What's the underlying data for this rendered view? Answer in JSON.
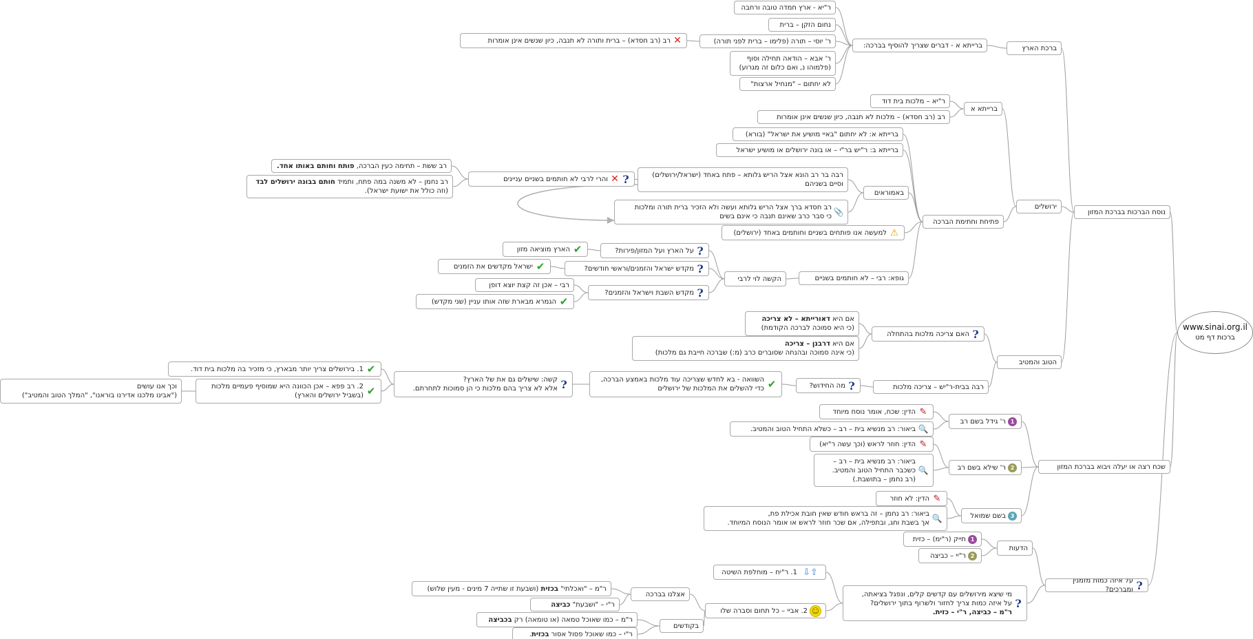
{
  "root": {
    "title": "www.sinai.org.il",
    "subtitle": "ברכות דף מט"
  },
  "icons": {
    "q": "?",
    "x": "✕",
    "ok": "✔",
    "warn": "⚠",
    "pen": "✎",
    "mag": "🔍",
    "smile": "☺",
    "clip": "📎",
    "arrows": "⇧⇩"
  },
  "nodes": [
    {
      "id": "text-main",
      "text": "נוסח הברכות בברכת המזון"
    },
    {
      "id": "tsheha",
      "text": "שכח רצה או יעלה ויבוא בברכת המזון"
    },
    {
      "id": "measure",
      "text": "על איזה כמות מזמנין ומברכים?",
      "icon": "q"
    },
    {
      "id": "eretz",
      "text": "ברכת הארץ"
    },
    {
      "id": "yerushalayim",
      "text": "ירושלים"
    },
    {
      "id": "hatov",
      "text": "הטוב והמטיב"
    },
    {
      "id": "baraita-a-eretz",
      "text": "ברייתא א - דברים שצריך להוסיף בברכה:"
    },
    {
      "id": "ria-eretz",
      "text": "ר\"יא - ארץ חמדה טובה ורחבה"
    },
    {
      "id": "nachum",
      "text": "נחום הזקן – ברית"
    },
    {
      "id": "ryosi",
      "text": "ר' יוסי – תורה (פלימו – ברית לפני תורה)"
    },
    {
      "id": "rav-chisda-x",
      "text": "רב (רב חסדא) – ברית ותורה לא תנבה, כיון שנשים אינן אומרות",
      "icon": "x"
    },
    {
      "id": "raba",
      "text": "ר' אבא – הודאה תחילה וסוף\n(פלמוהו נ, ואם כלום זה מגרוע)"
    },
    {
      "id": "lo-yechatem",
      "text": "לא יחתום – \"מנחיל ארצות\""
    },
    {
      "id": "baraita-a-yer",
      "text": "ברייתא א"
    },
    {
      "id": "ria-david",
      "text": "ר\"יא – מלכות בית דוד"
    },
    {
      "id": "rav-malchut",
      "text": "רב (רב חסדא) – מלכות לא תנבה, כיון שנשים אינן אומרות"
    },
    {
      "id": "ptichat",
      "text": "פתיחת וחתימת הברכה"
    },
    {
      "id": "baraita-a2",
      "text": "ברייתא א:  לא יחתום \"באיי מושיע את ישראל\" (בורא)"
    },
    {
      "id": "baraita-b2",
      "text": "ברייתא ב:  ר\"יש בר\"י – או בונה ירושלים או מושיע ישראל"
    },
    {
      "id": "beamoraim",
      "text": "באמוראים"
    },
    {
      "id": "raba-bar",
      "text": "רבה בר רב הונא אצל הריש גלותא – פתח באחד (ישראל/ירושלים)\nוסיים בשניהם"
    },
    {
      "id": "rav-chisda-clip",
      "text": "רב חסדא ברך אצל הריש גלותא ועשה ולא הזכיר ברית תורה ומלכות\nכי סבר כרב שאינם תנבה כי אינם בשים",
      "icon": "clip"
    },
    {
      "id": "ukashe-rabi",
      "text": "והרי לרבי לא חותמים בשניים עניינים",
      "icon": "q",
      "icon2": "x"
    },
    {
      "id": "rav-sheshet",
      "html": "רב ששת – תחימה כעין הברכה, <b>פותח וחותם באותו אחד.</b>"
    },
    {
      "id": "rav-nachman",
      "html": "רב נחמן – לא משנה במה פתח, ותמיד <b>חותם בבונה ירושלים לבד</b>\n(וזה כולל את ישועת ישראל)."
    },
    {
      "id": "lemaase",
      "text": "למעשה אנו פותחים בשניים וחותמים באחד (ירושלים)",
      "icon": "warn"
    },
    {
      "id": "gufa",
      "text": "גופא: רבי – לא חותמים בשניים"
    },
    {
      "id": "hakshe-levi",
      "text": "הקשה לוי לרבי"
    },
    {
      "id": "al-haaretz",
      "text": "על הארץ ועל המזון/פירות?",
      "icon": "q"
    },
    {
      "id": "al-haaretz-ans",
      "text": "הארץ מוציאה מזון",
      "icon": "ok"
    },
    {
      "id": "mekadesh-yis",
      "text": "מקדש ישראל והזמנים/וראשי חודשים?",
      "icon": "q"
    },
    {
      "id": "mekadesh-yis-ans",
      "text": "ישראל מקדשים את הזמנים",
      "icon": "ok"
    },
    {
      "id": "mekadesh-shabat",
      "text": "מקדש השבת וישראל והזמנים?",
      "icon": "q"
    },
    {
      "id": "rabi-ans",
      "text": "רבי – אכן זה קצת יוצא דופן"
    },
    {
      "id": "gemara-ans",
      "text": "הגמרא מבארת שזה אותו עניין (שני מקדש)",
      "icon": "ok"
    },
    {
      "id": "ha-im",
      "text": "האם צריכה מלכות בהתחלה",
      "icon": "q"
    },
    {
      "id": "deoraita",
      "html": "אם היא <b>דאורייתא – לא צריכה</b>\n(כי היא סמוכה לברכה הקודמת)"
    },
    {
      "id": "derabanan",
      "html": "אם היא <b>דרבנן – צריכה</b>\n(כי אינה סמוכה ובהנחה שסוברים כרב (מ:) שברכה חייבת גם מלכות)"
    },
    {
      "id": "raba-beit",
      "text": "רבה בבית-ר\"יש – צריכה מלכות"
    },
    {
      "id": "ma-hachidush",
      "text": "מה החידוש?",
      "icon": "q"
    },
    {
      "id": "hasmava",
      "text": "השוואה - בא לחדש שצריכה עוד מלכות באמצע הברכה,\nכדי להשלים את המלכות של ירושלים",
      "icon": "ok"
    },
    {
      "id": "kashe",
      "text": "קשה: שישלים גם את של הארץ?\nאלא לא צריך בהם מלכות כי הן סמוכות לתחרתם.",
      "icon": "q"
    },
    {
      "id": "kashe-ans1",
      "text": "1. בירושלים צריך יותר מבארץ, כי מזכיר בה מלכות בית דוד.",
      "icon": "ok"
    },
    {
      "id": "kashe-ans2",
      "text": "2. רב פפא – אכן הכוונה היא שמוסיף פעמיים מלכות\n(בשביל ירושלים והארץ)",
      "icon": "ok"
    },
    {
      "id": "vechen",
      "text": "וכך אנו עושים\n(\"אבינו מלכנו אדירנו בוראנו\", \"המלך הטוב והמטיב\")"
    },
    {
      "id": "r-gidel",
      "text": "ר' גידל בשם רב",
      "num": "1",
      "numClass": "n1"
    },
    {
      "id": "gidel-din",
      "text": "הדין: שכח, אומר נוסח מיוחד",
      "icon": "pen"
    },
    {
      "id": "gidel-bei",
      "text": "ביאור: רב מנשיא בית – רב –  כשלא התחיל הטוב והמטיב.",
      "icon": "mag"
    },
    {
      "id": "r-shila",
      "text": "ר' שילא בשם רב",
      "num": "2",
      "numClass": "n2"
    },
    {
      "id": "shila-din",
      "text": "הדין: חוזר לראש (וכך עשה ר\"יא)",
      "icon": "pen"
    },
    {
      "id": "shila-bei",
      "text": "ביאור: רב מנשיא בית – רב –\nכשכבר התחיל הטוב והמטיב.\n(רב נחמן – בתושבת.)",
      "icon": "mag"
    },
    {
      "id": "shmuel",
      "text": "בשם שמואל",
      "num": "3",
      "numClass": "n3"
    },
    {
      "id": "shmuel-din",
      "text": "הדין: לא חוזר",
      "icon": "pen"
    },
    {
      "id": "shmuel-bei",
      "text": "ביאור: רב נחמן – זה בראש חודש שאין חובת אכילת פת,\nאך בשבת וחג, ובתפילה, אם שכר חוזר לראש או אומר הנוסח המיוחד.",
      "icon": "mag"
    },
    {
      "id": "deot",
      "text": "הדעות"
    },
    {
      "id": "deot-1",
      "text": "תייק (ר\"ימ) – כזית",
      "num": "1",
      "numClass": "n1"
    },
    {
      "id": "deot-2",
      "text": "ר\"יי – כביצה",
      "num": "2",
      "numClass": "n2"
    },
    {
      "id": "mi-shetza",
      "html": "מי שיצא מירושלים עם קדשים קלים, ונפגל בציאתה,\nעל איזה כמות צריך לחזור ולשרוף בתוך ירושלים?\n<b>ר\"מ – כביצה, ר\"י – כזית.</b>",
      "icon": "q"
    },
    {
      "id": "ri-machloket",
      "text": "1. ר\"יח – מוחלפת השיטה",
      "icon": "arrows"
    },
    {
      "id": "abaye",
      "text": "2. אביי – כל תחום וסברה שלו",
      "icon": "smile"
    },
    {
      "id": "zimun",
      "text": "אצלנו בברכה"
    },
    {
      "id": "zimun-rm",
      "html": "ר\"מ – \"ואכלתי\" <b>בכזית</b> (ושבעת זו שתייה 7 מינים - מעין שלוש)"
    },
    {
      "id": "zimun-ri",
      "html": "ר\"י – \"ושבעת\" <b>כביצה</b>"
    },
    {
      "id": "kodashim",
      "text": "בקודשים"
    },
    {
      "id": "kod-rm",
      "html": "ר\"מ – כמו שאוכל טמאה (או טומאה) רק <b>בכביצה</b>"
    },
    {
      "id": "kod-ri",
      "html": "ר\"י – כמו שאוכל פסול אסור <b>בכזית</b>."
    }
  ]
}
